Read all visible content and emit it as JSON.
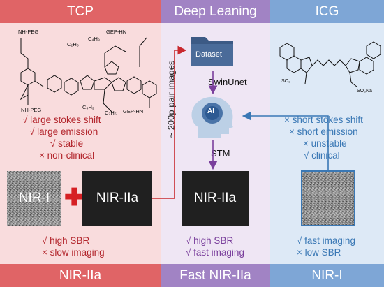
{
  "columns": {
    "left": {
      "header": "TCP",
      "footer": "NIR-IIa",
      "molecule_labels": [
        "NH-PEG",
        "GEP-HN",
        "NH-PEG",
        "GEP-HN",
        "C₂H₅",
        "C₄H₉",
        "C₄H₉",
        "C₂H₅"
      ],
      "properties": [
        "√ large stokes shift",
        "√ large emission",
        "√ stable",
        "× non-clinical"
      ],
      "image_left": "NIR-I",
      "image_right": "NIR-IIa",
      "bottom_properties": [
        "√  high SBR",
        "×  slow imaging"
      ]
    },
    "middle": {
      "header": "Deep Leaning",
      "footer": "Fast NIR-IIa",
      "dataset_label": "Dataset",
      "model_label": "SwinUnet",
      "ai_label": "AI",
      "stm_label": "STM",
      "pair_label": "~ 200p pair images",
      "image_label": "NIR-IIa",
      "bottom_properties": [
        "√  high SBR",
        "√  fast imaging"
      ]
    },
    "right": {
      "header": "ICG",
      "footer": "NIR-I",
      "properties": [
        "× short stokes shift",
        "× short emission",
        "× unstable",
        "√ clinical"
      ],
      "so3_left": "SO₃⁻",
      "so3_right": "SO₃Na",
      "bottom_properties": [
        "√  fast imaging",
        "×  low SBR"
      ]
    }
  },
  "colors": {
    "left_bg": "#f9dcdd",
    "mid_bg": "#efe6f4",
    "right_bg": "#dde9f6",
    "left_bar": "#e06466",
    "mid_bar": "#a183c4",
    "right_bar": "#7ea6d6",
    "red_text": "#b3262d",
    "purple_text": "#7a3f9c",
    "blue_text": "#3a78b5",
    "arrow_red": "#c9282e",
    "arrow_purple": "#7a3f9c",
    "arrow_blue": "#3a78b5"
  },
  "icons": [
    "folder-icon",
    "ai-head-icon",
    "plus-icon"
  ]
}
